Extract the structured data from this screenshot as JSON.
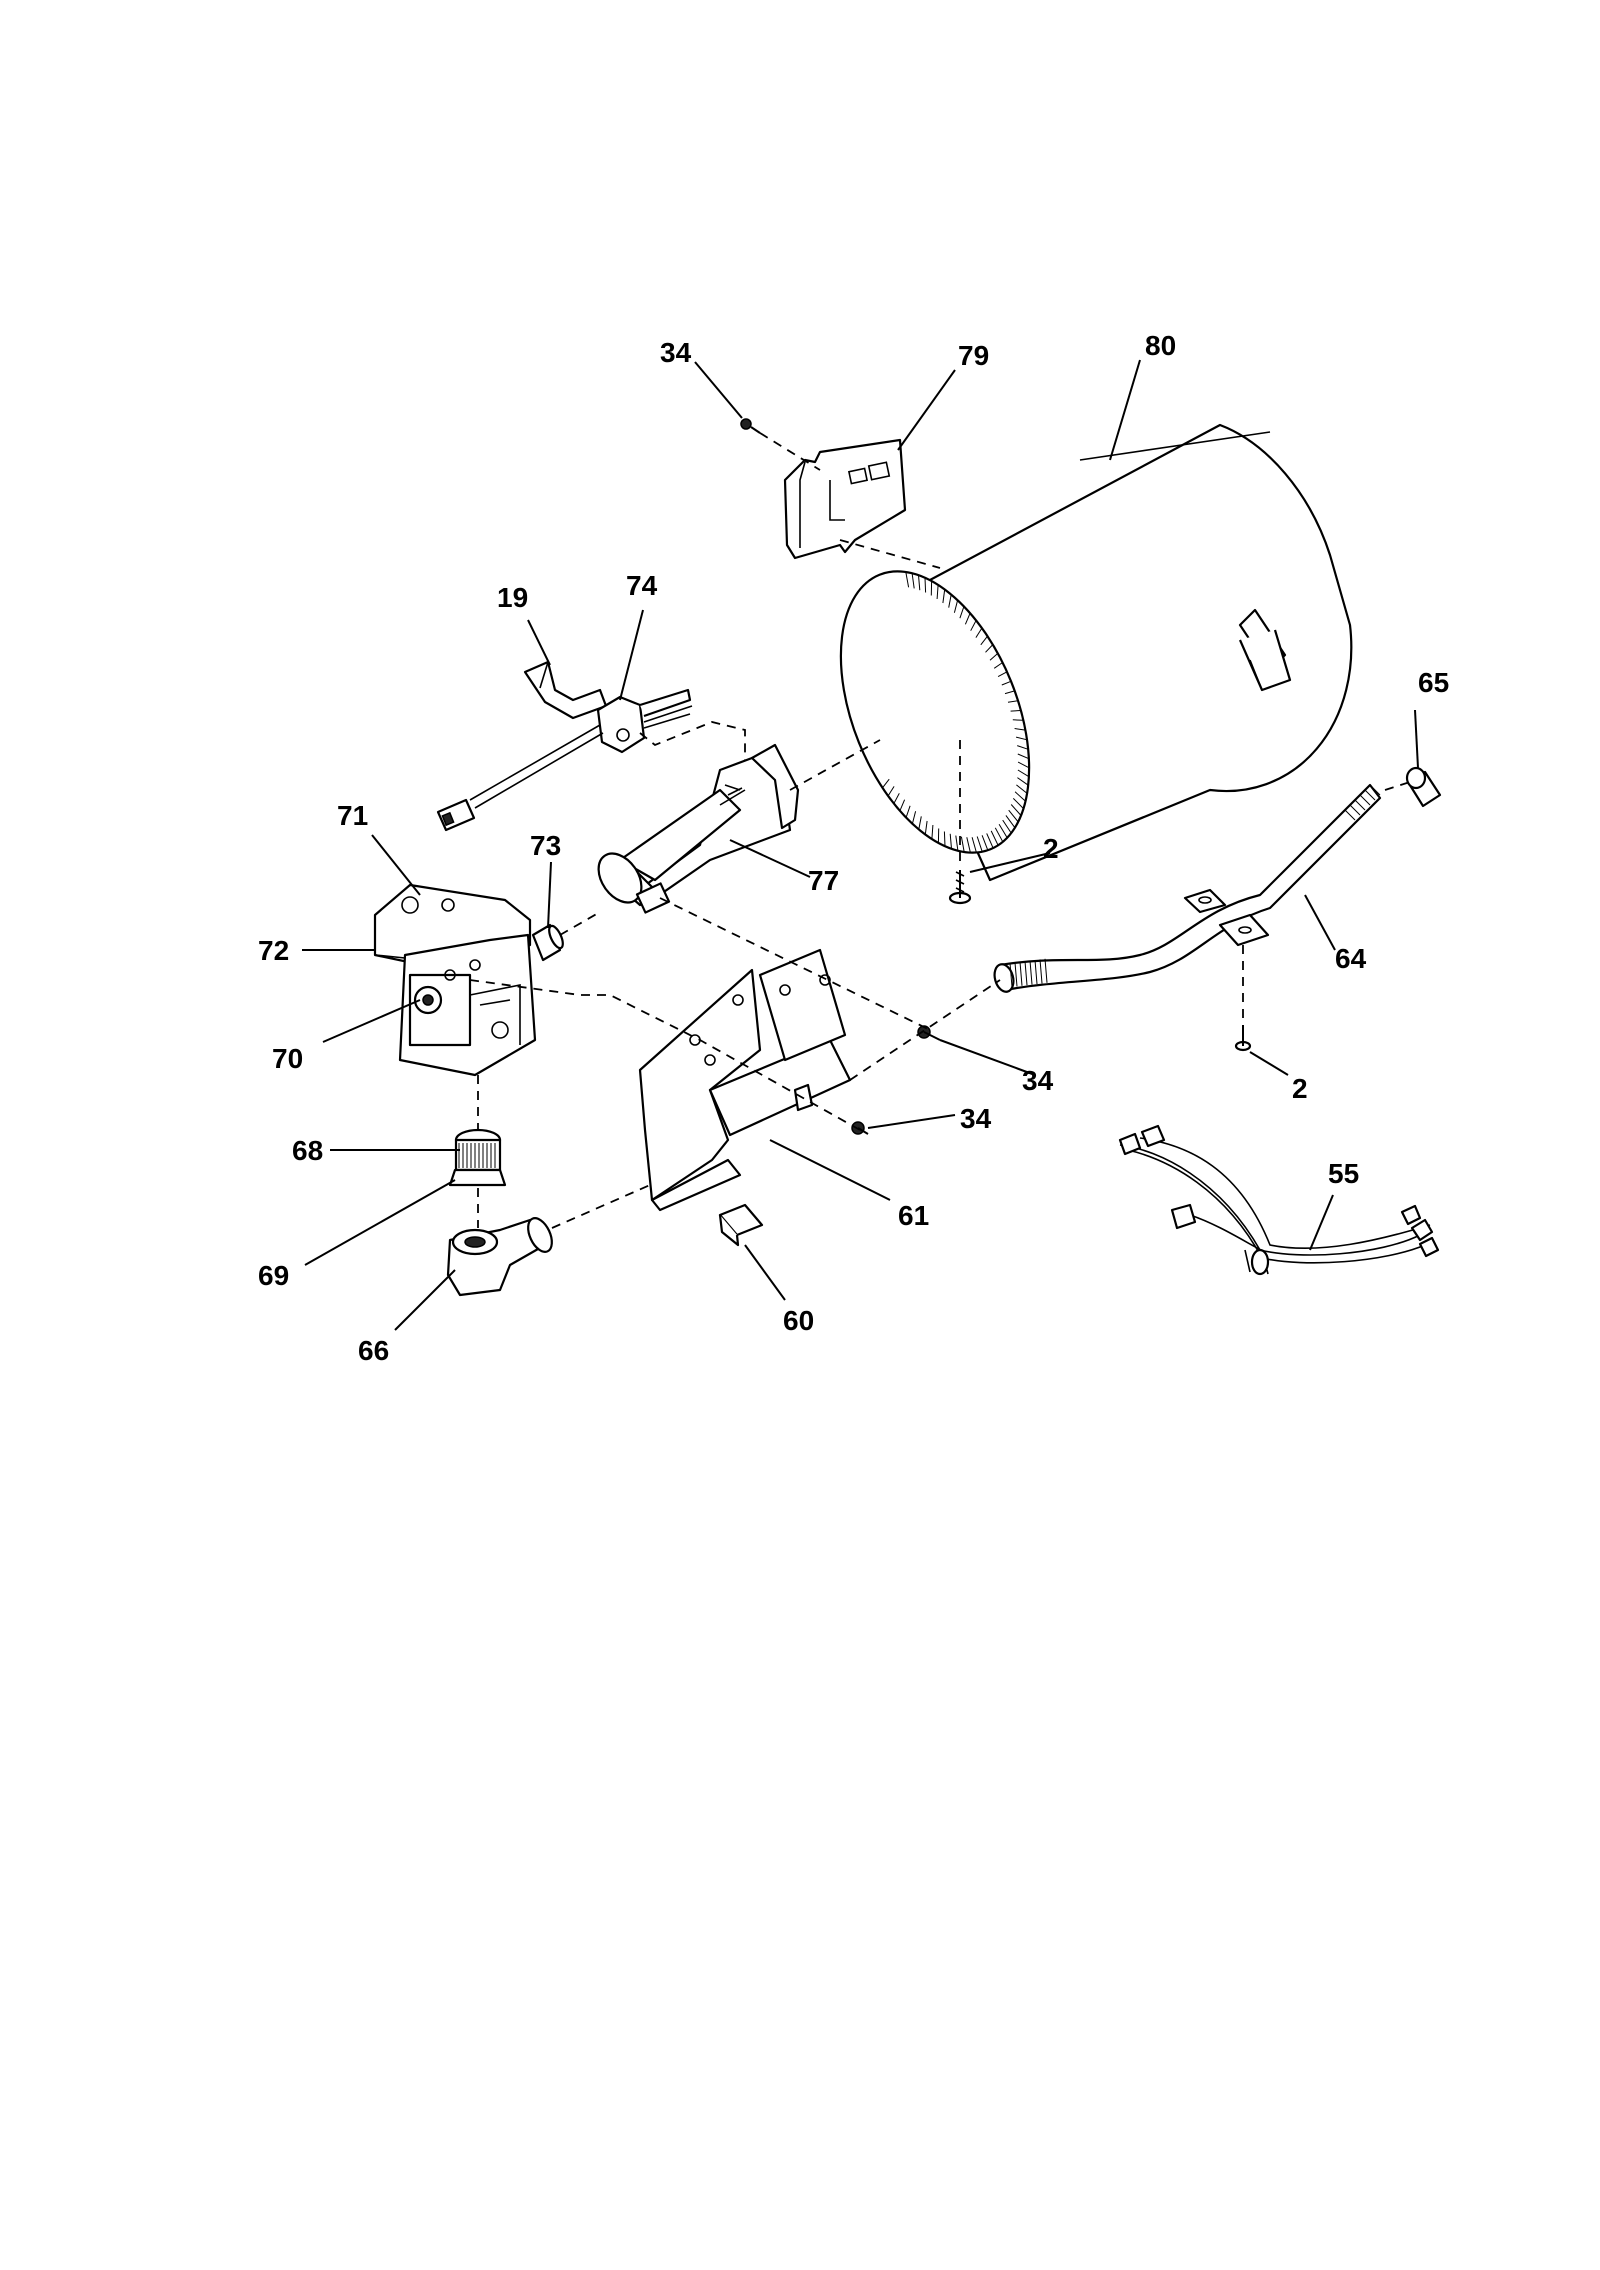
{
  "parts": {
    "p2a": "2",
    "p2b": "2",
    "p19": "19",
    "p34a": "34",
    "p34b": "34",
    "p34c": "34",
    "p55": "55",
    "p60": "60",
    "p61": "61",
    "p64": "64",
    "p65": "65",
    "p66": "66",
    "p68": "68",
    "p69": "69",
    "p70": "70",
    "p71": "71",
    "p72": "72",
    "p73": "73",
    "p74": "74",
    "p77": "77",
    "p79": "79",
    "p80": "80"
  }
}
